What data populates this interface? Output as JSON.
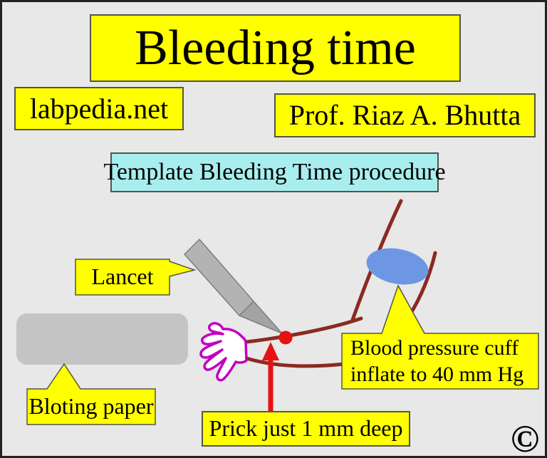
{
  "header": {
    "title": "Bleeding time",
    "site": "labpedia.net",
    "author": "Prof. Riaz A. Bhutta",
    "subtitle": "Template Bleeding Time procedure"
  },
  "labels": {
    "lancet": "Lancet",
    "bloting_paper": "Bloting paper",
    "bp_line1": "Blood pressure cuff",
    "bp_line2": "inflate to 40 mm Hg",
    "prick": "Prick just 1 mm deep",
    "copyright": "©"
  },
  "diagram_notes": {
    "prick_site": "red dot on forearm at lancet tip",
    "cuff": "blue ellipse on upper arm",
    "hand": "magenta outlined spread hand",
    "arm": "dark red forearm and upper-arm outlines",
    "blotting_paper": "gray rounded rectangle"
  },
  "colors": {
    "bg": "#e8e8e8",
    "yellow": "#ffff00",
    "cyan": "#a8eeee",
    "border": "#555544",
    "paper": "#c4c4c4",
    "lancet": "#b3b3b3",
    "lancet_tip": "#a3a3a3",
    "lancet_edge": "#7e7e7e",
    "arm": "#8b2a22",
    "hand": "#c000c0",
    "cuff": "#6e97e3",
    "red": "#e51212",
    "ink": "#000000",
    "frame": "#222222"
  }
}
